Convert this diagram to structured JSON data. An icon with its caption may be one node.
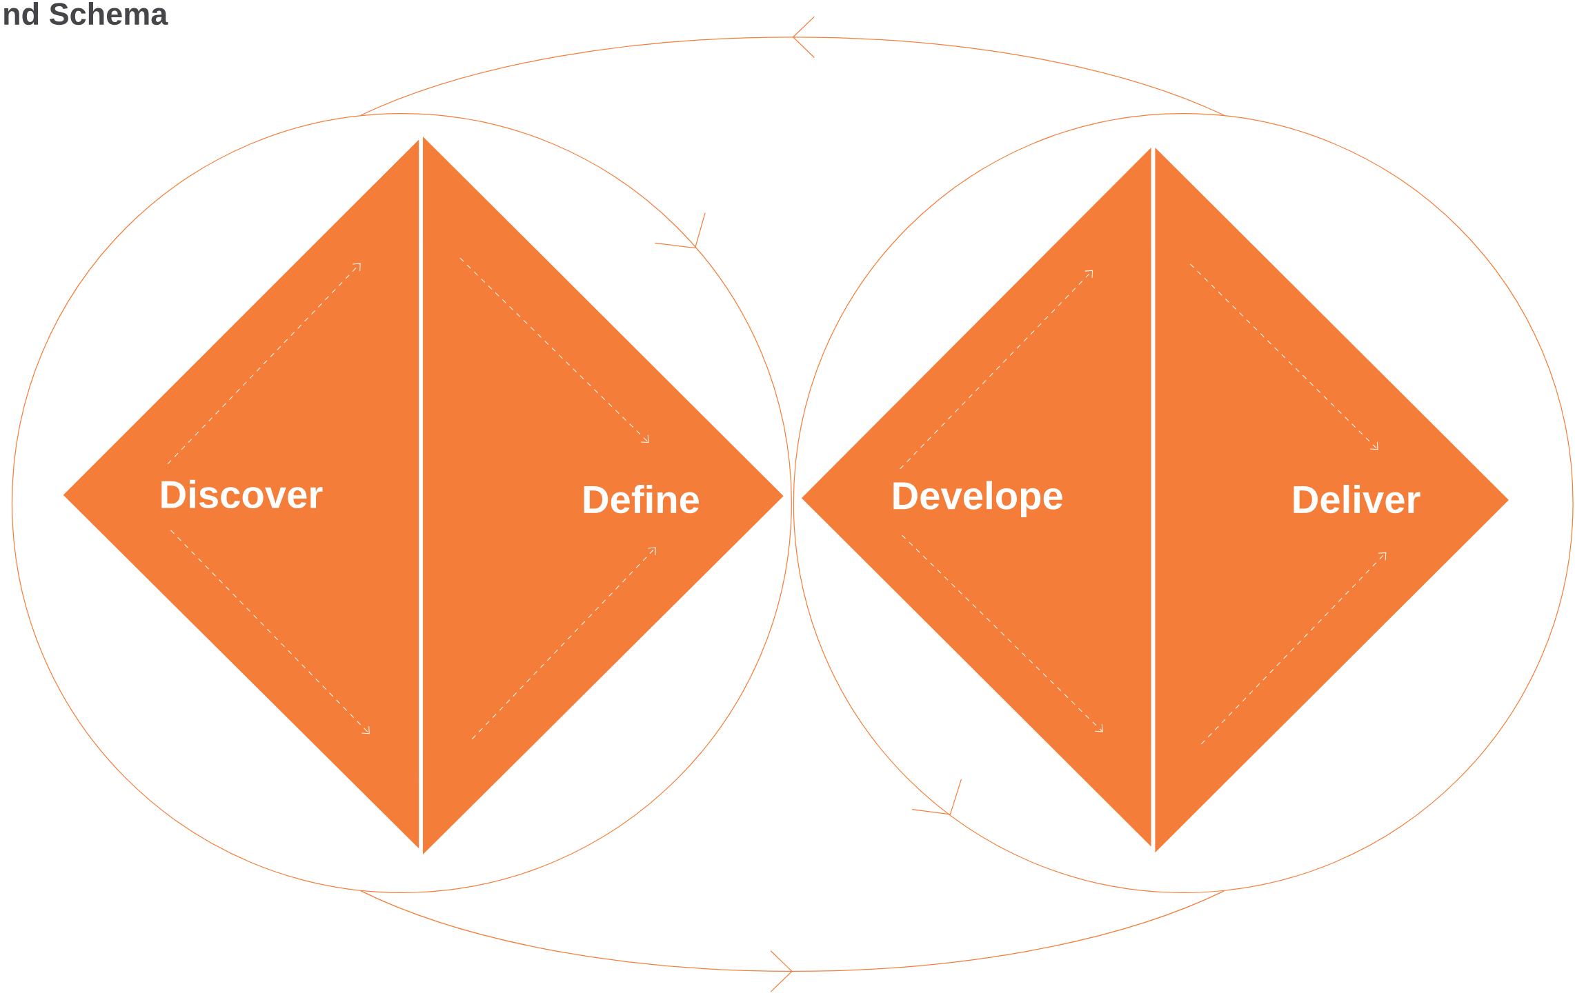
{
  "diagram": {
    "title": "nd Schema",
    "nodes": [
      {
        "text": [],
        "shape": "circle"
      },
      {
        "text": [
          "Discover"
        ],
        "in": 0
      },
      {
        "text": [
          "Define"
        ],
        "in": 0
      },
      {
        "text": [],
        "shape": "circle"
      },
      {
        "text": [
          "Develope"
        ],
        "in": 3
      },
      {
        "text": [
          "Deliver"
        ],
        "in": 3
      }
    ],
    "edges": [
      {
        "from": 3,
        "to": 0,
        "arrow": "to"
      },
      {
        "from": 0,
        "to": 3,
        "arrow": "to"
      }
    ]
  }
}
